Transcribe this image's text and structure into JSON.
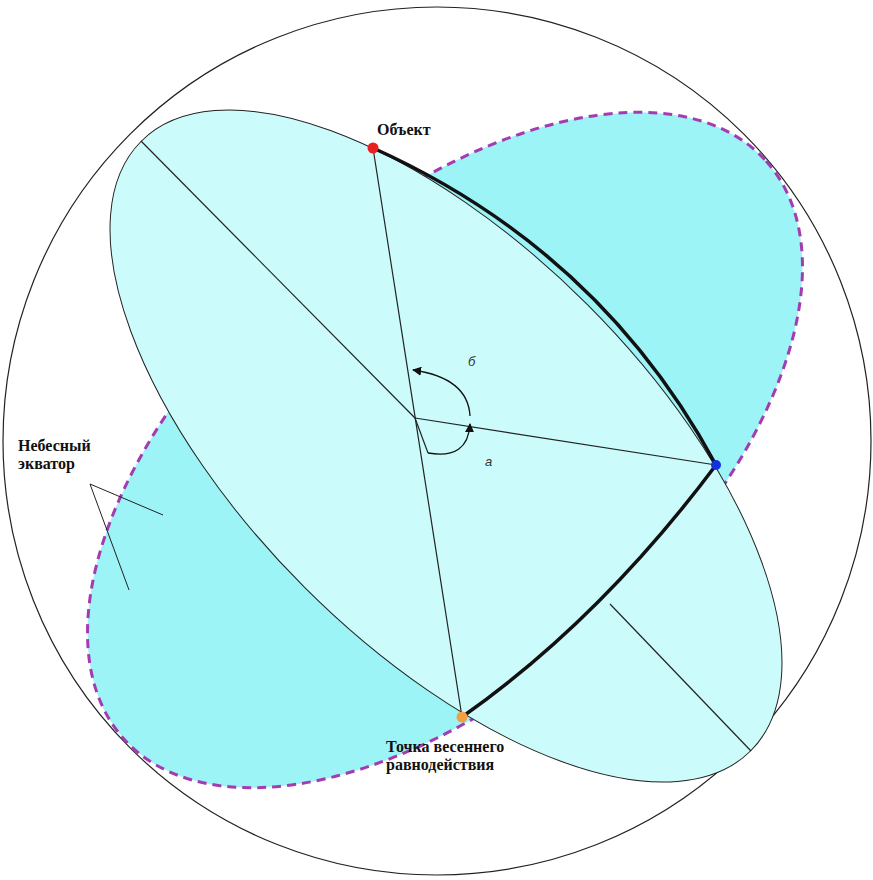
{
  "diagram": {
    "labels": [
      "Объект",
      "б",
      "а",
      "Небесный экватор",
      "Точка весеннего равнодействия"
    ]
  }
}
